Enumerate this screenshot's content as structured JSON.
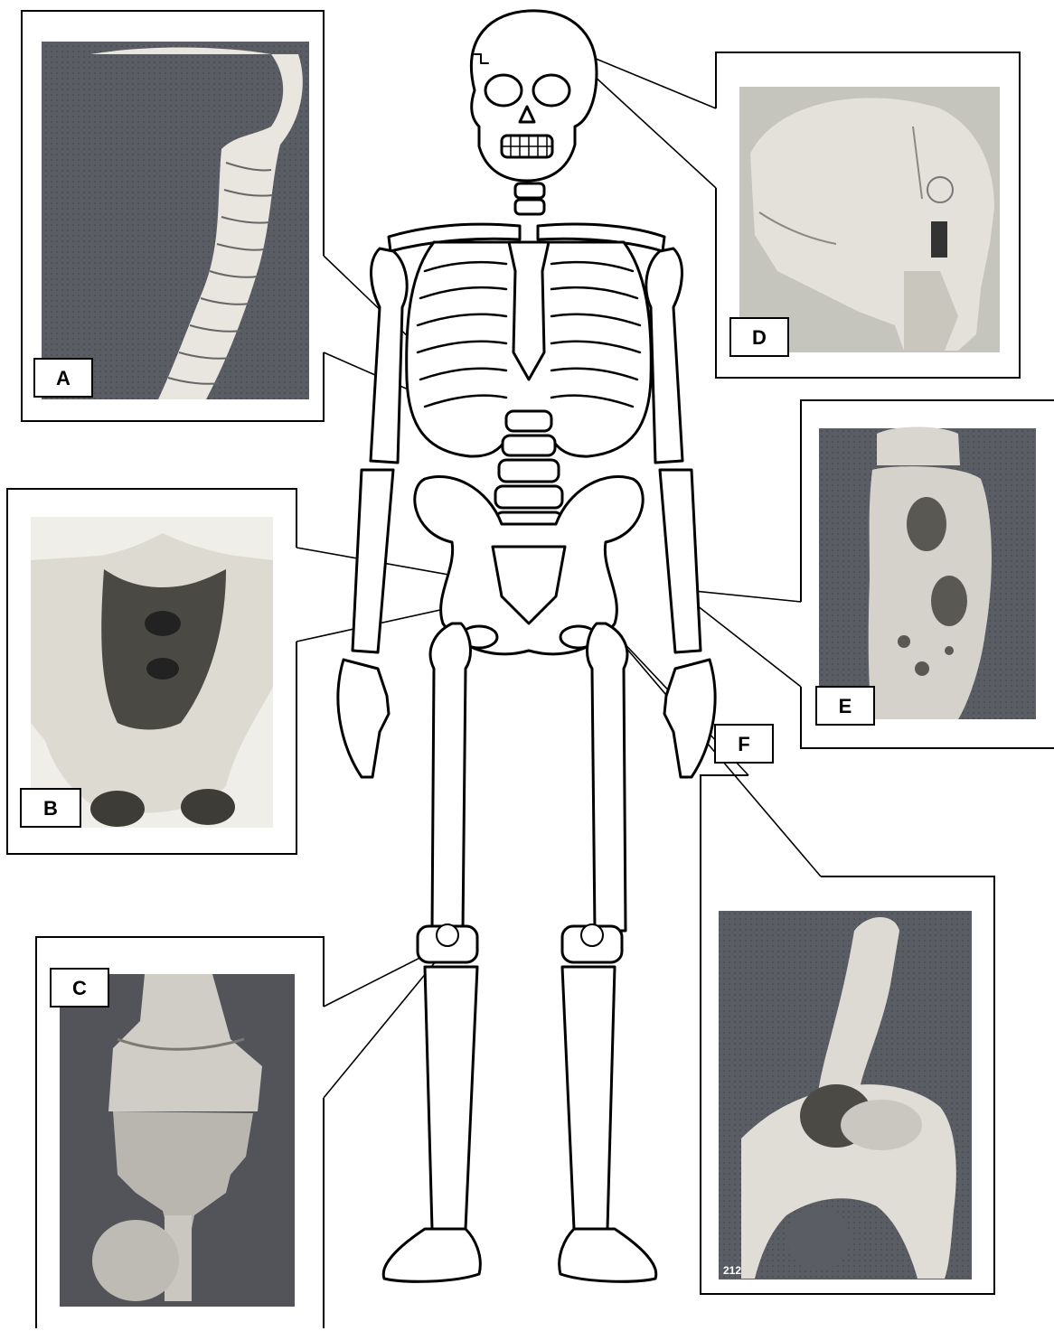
{
  "panels": [
    {
      "id": "A",
      "label": "A",
      "depicts": "spine"
    },
    {
      "id": "B",
      "label": "B",
      "depicts": "pelvis"
    },
    {
      "id": "C",
      "label": "C",
      "depicts": "knee"
    },
    {
      "id": "D",
      "label": "D",
      "depicts": "skull"
    },
    {
      "id": "E",
      "label": "E",
      "depicts": "forearm-bone"
    },
    {
      "id": "F",
      "label": "F",
      "depicts": "hip-joint"
    }
  ],
  "photo_number": "212",
  "colors": {
    "line": "#000000",
    "background": "#ffffff",
    "photo_bg": "#56585f",
    "bone": "#e9e7df"
  }
}
